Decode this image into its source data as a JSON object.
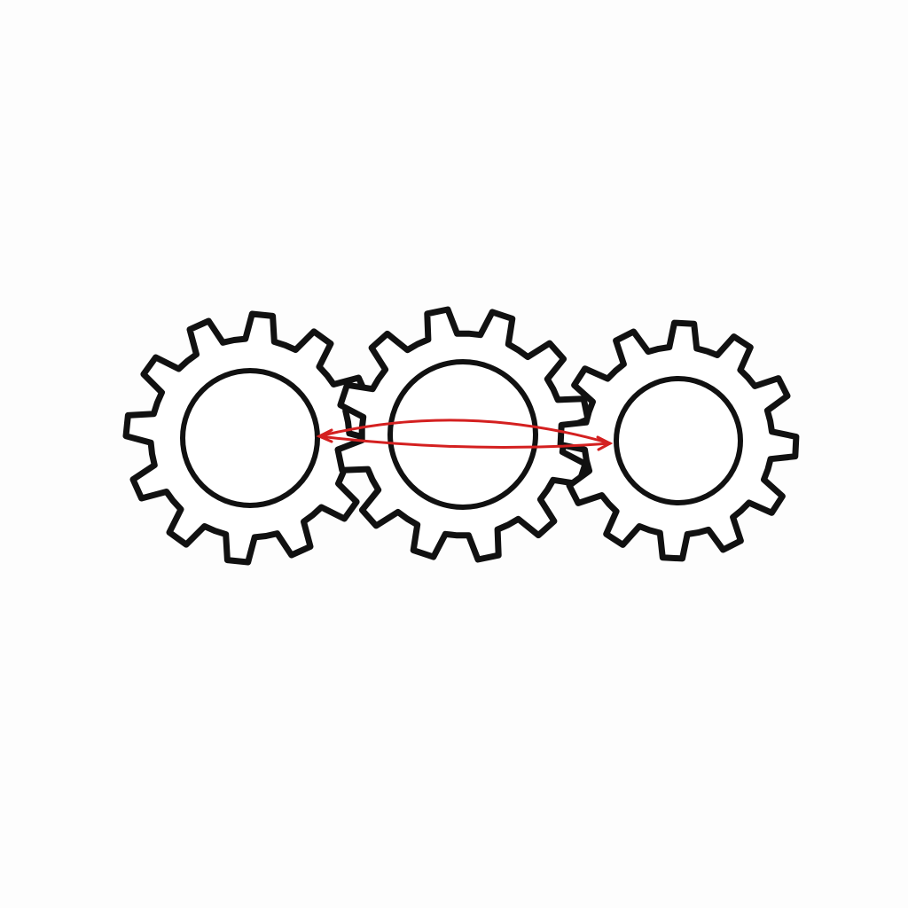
{
  "diagram": {
    "description_type": "gear-train-sketch",
    "gears": [
      {
        "id": "left",
        "teeth": 12
      },
      {
        "id": "middle",
        "teeth": 12
      },
      {
        "id": "right",
        "teeth": 12
      }
    ],
    "connection": {
      "from": "left",
      "to": "right",
      "style": "double-headed-curved-arrow"
    }
  },
  "colors": {
    "background": "#fdfdfd",
    "gear_stroke": "#111111",
    "gear_fill": "#ffffff",
    "arrow": "#d42020"
  }
}
